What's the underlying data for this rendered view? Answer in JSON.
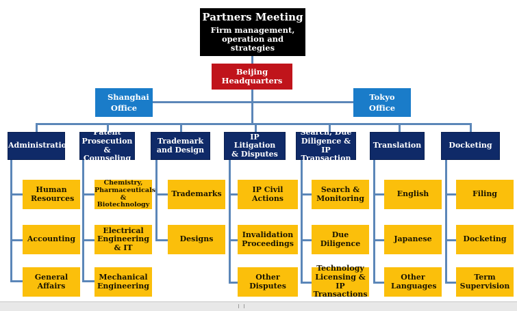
{
  "top": {
    "title": "Partners Meeting",
    "subtitle": "Firm management, operation and strategies"
  },
  "hq": "Beijing Headquarters",
  "offices": {
    "shanghai": "Shanghai Office",
    "tokyo": "Tokyo Office"
  },
  "departments": [
    {
      "name": "Administration",
      "subs": [
        "Human Resources",
        "Accounting",
        "General Affairs"
      ]
    },
    {
      "name": "Patent Prosecution & Counseling",
      "subs": [
        "Chemistry, Pharmaceuticals & Biotechnology",
        "Electrical Engineering & IT",
        "Mechanical Engineering"
      ]
    },
    {
      "name": "Trademark and Design",
      "subs": [
        "Trademarks",
        "Designs"
      ]
    },
    {
      "name": "IP Litigation & Disputes",
      "subs": [
        "IP Civil Actions",
        "Invalidation Proceedings",
        "Other Disputes"
      ]
    },
    {
      "name": "Search, Due Diligence & IP Transaction",
      "subs": [
        "Search & Monitoring",
        "Due Diligence",
        "Technology Licensing & IP Transactions"
      ]
    },
    {
      "name": "Translation",
      "subs": [
        "English",
        "Japanese",
        "Other Languages"
      ]
    },
    {
      "name": "Docketing",
      "subs": [
        "Filing",
        "Docketing",
        "Term Supervision"
      ]
    }
  ]
}
